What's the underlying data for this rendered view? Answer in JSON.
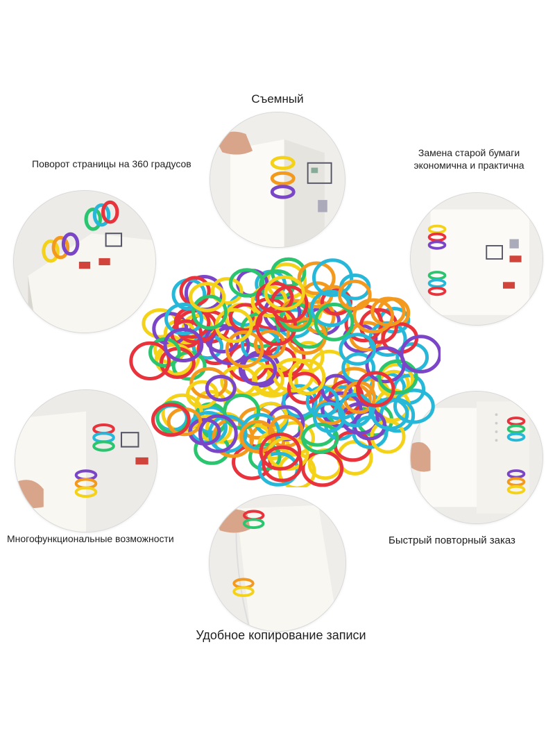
{
  "labels": {
    "top": "Съемный",
    "upper_left": "Поворот страницы на 360 градусов",
    "upper_right": "Замена старой бумаги экономична и практична",
    "middle_left": "Многофункциональные возможности",
    "middle_right": "Быстрый повторный заказ",
    "bottom": "Удобное копирование записи"
  },
  "colors": {
    "background": "#ffffff",
    "ring_red": "#e8323c",
    "ring_orange": "#f39a1e",
    "ring_yellow": "#f5d21a",
    "ring_green": "#2bc46f",
    "ring_cyan": "#27b7d8",
    "ring_purple": "#7b45c8",
    "paper": "#f4f2ec"
  }
}
